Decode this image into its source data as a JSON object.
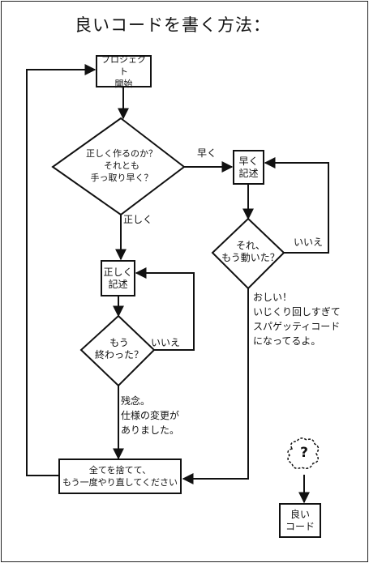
{
  "title": "良いコードを書く方法：",
  "nodes": {
    "start": "プロジェクト\n開始",
    "decision_main": "正しく作るのか？\nそれとも\n手っ取り早く？",
    "write_fast": "早く\n記述",
    "write_right": "正しく\n記述",
    "decision_works": "それ、\nもう動いた？",
    "decision_done": "もう\n終わった？",
    "restart": "全てを捨てて、\nもう一度やり直してください",
    "good_code": "良い\nコード"
  },
  "labels": {
    "fast": "早く",
    "right": "正しく",
    "no_works": "いいえ",
    "no_done": "いいえ",
    "oops": "おしい！\nいじくり回しすぎて\nスパゲッティコード\nになってるよ。",
    "pity": "残念。\n仕様の変更が\nありました。",
    "question": "?"
  }
}
